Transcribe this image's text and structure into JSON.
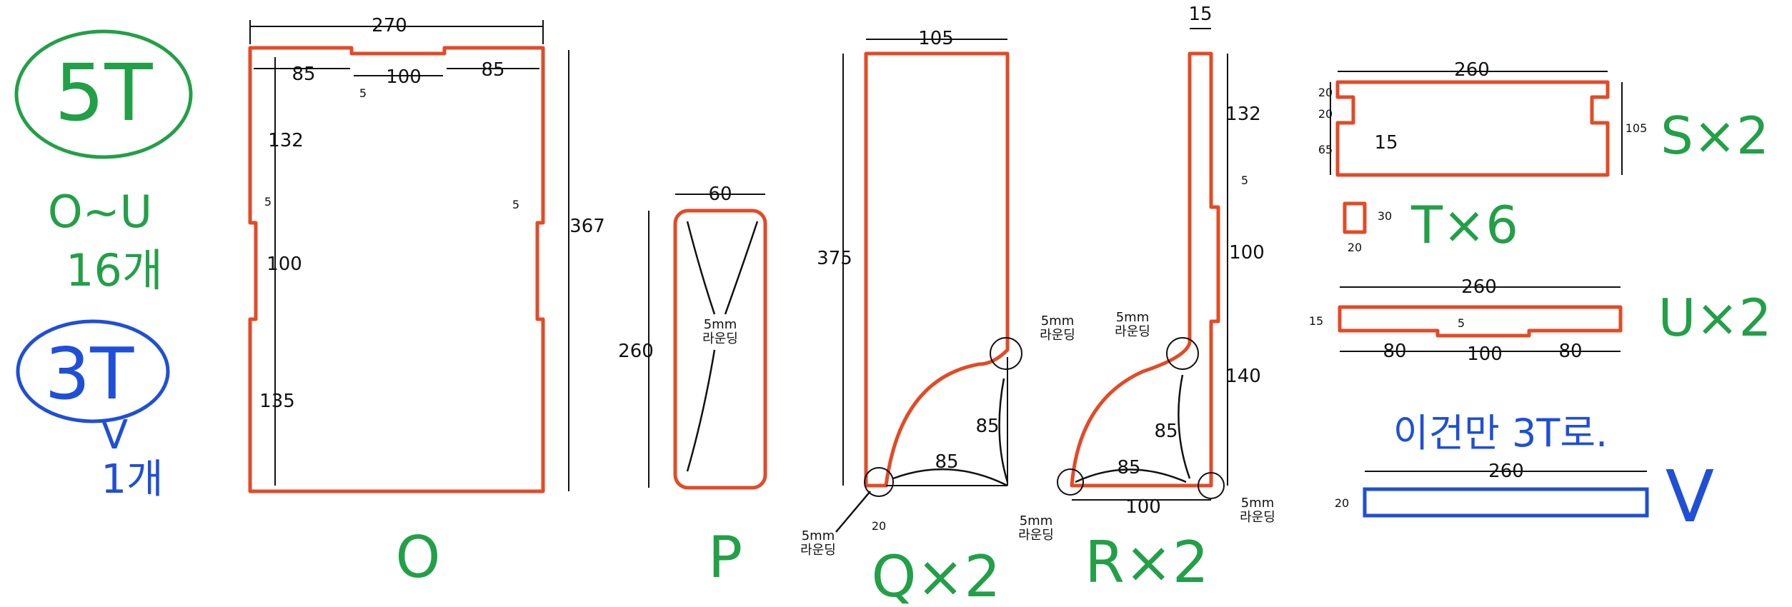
{
  "colors": {
    "part_outline": "#e44a25",
    "part_v_outline": "#1f4fd8",
    "annotation_green": "#22a047",
    "annotation_blue": "#1f4fd8",
    "dimension_ink": "#111111"
  },
  "legend": {
    "thick_label": "5T",
    "thick_range": "O~U",
    "thick_count": "16개",
    "thin_label": "3T",
    "thin_range": "V",
    "thin_count": "1개"
  },
  "parts": {
    "O": {
      "label": "O",
      "width": "270",
      "height": "367",
      "top_left": "85",
      "top_notch": "100",
      "top_right": "85",
      "notch_depth": "5",
      "side_top": "132",
      "side_notch": "100",
      "side_bottom": "135",
      "side_notch_depth_left": "5",
      "side_notch_depth_right": "5"
    },
    "P": {
      "label": "P",
      "width": "60",
      "height": "260",
      "rounding": "5mm\n라운딩"
    },
    "Q": {
      "label": "Q×2",
      "width": "105",
      "height": "375",
      "arc_horizontal": "85",
      "arc_vertical": "85",
      "bottom_offset": "20",
      "rounding_top": "5mm\n라운딩",
      "rounding_bottom": "5mm\n라운딩"
    },
    "R": {
      "label": "R×2",
      "thickness": "15",
      "side_top": "132",
      "notch_depth": "5",
      "side_notch": "100",
      "side_bottom": "140",
      "arc_horizontal": "85",
      "arc_vertical": "85",
      "base_width": "100",
      "rounding_top": "5mm\n라운딩",
      "rounding_left": "5mm\n라운딩",
      "rounding_right": "5mm\n라운딩"
    },
    "S": {
      "label": "S×2",
      "width": "260",
      "height": "105",
      "left_top": "20",
      "left_notch": "20",
      "left_bottom": "65",
      "notch_depth": "15"
    },
    "T": {
      "label": "T×6",
      "height": "30",
      "width": "20"
    },
    "U": {
      "label": "U×2",
      "width": "260",
      "height": "15",
      "left": "80",
      "notch": "100",
      "right": "80",
      "notch_depth": "5"
    },
    "V": {
      "label": "V",
      "note": "이건만 3T로.",
      "width": "260",
      "height": "20"
    }
  }
}
